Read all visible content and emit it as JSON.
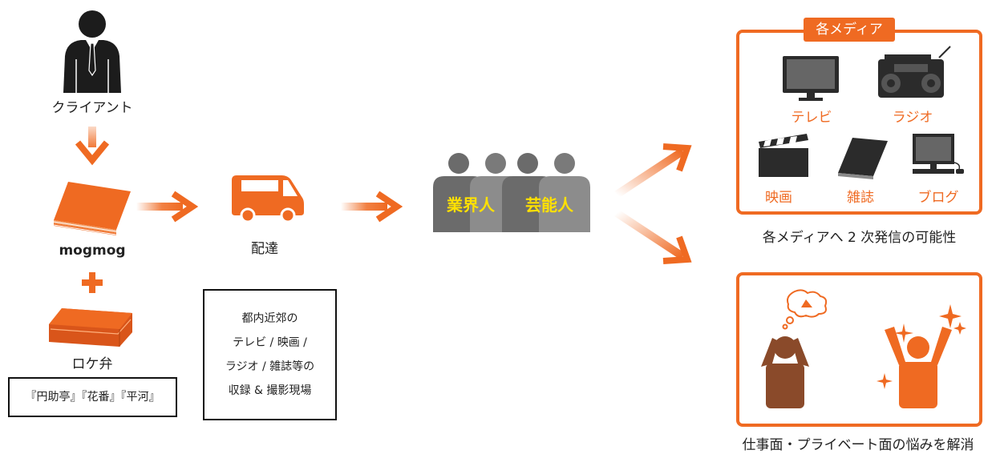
{
  "client": {
    "label": "クライアント"
  },
  "mogmog": {
    "label": "mogmog"
  },
  "bento": {
    "label": "ロケ弁",
    "shops": "『円助亭』『花番』『平河』"
  },
  "delivery": {
    "label": "配達",
    "destinations": [
      "都内近郊の",
      "テレビ / 映画 /",
      "ラジオ / 雑誌等の",
      "収録 & 撮影現場"
    ]
  },
  "people": {
    "industry_label": "業界人",
    "entertainer_label": "芸能人"
  },
  "media_panel": {
    "tag": "各メディア",
    "items": [
      "テレビ",
      "ラジオ",
      "映画",
      "雑誌",
      "ブログ"
    ],
    "caption": "各メディアへ 2 次発信の可能性"
  },
  "worries_panel": {
    "caption": "仕事面・プライベート面の悩みを解消"
  },
  "colors": {
    "accent": "#ef6a22",
    "dark": "#2b2b2b",
    "people_gray": "#7d7d7d",
    "highlight_text": "#ffe100"
  }
}
